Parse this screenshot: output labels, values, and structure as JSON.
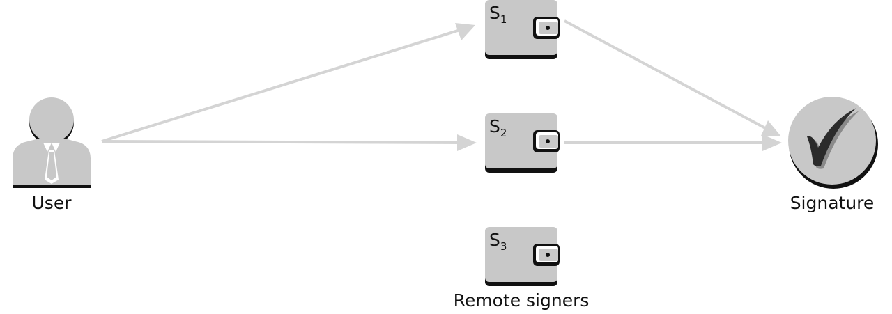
{
  "nodes": {
    "user": {
      "label": "User"
    },
    "signature": {
      "label": "Signature",
      "checkmark": "✓"
    },
    "signers": [
      {
        "letter": "S",
        "sub": "1"
      },
      {
        "letter": "S",
        "sub": "2"
      },
      {
        "letter": "S",
        "sub": "3"
      }
    ],
    "signers_caption": "Remote signers"
  },
  "edges": [
    {
      "from": "user",
      "to": "signer-1"
    },
    {
      "from": "user",
      "to": "signer-2"
    },
    {
      "from": "signer-1",
      "to": "signature"
    },
    {
      "from": "signer-2",
      "to": "signature"
    }
  ],
  "colors": {
    "icon_fill": "#c8c8c8",
    "icon_shadow": "#111111",
    "arrow": "#d4d4d4",
    "text": "#111111"
  }
}
